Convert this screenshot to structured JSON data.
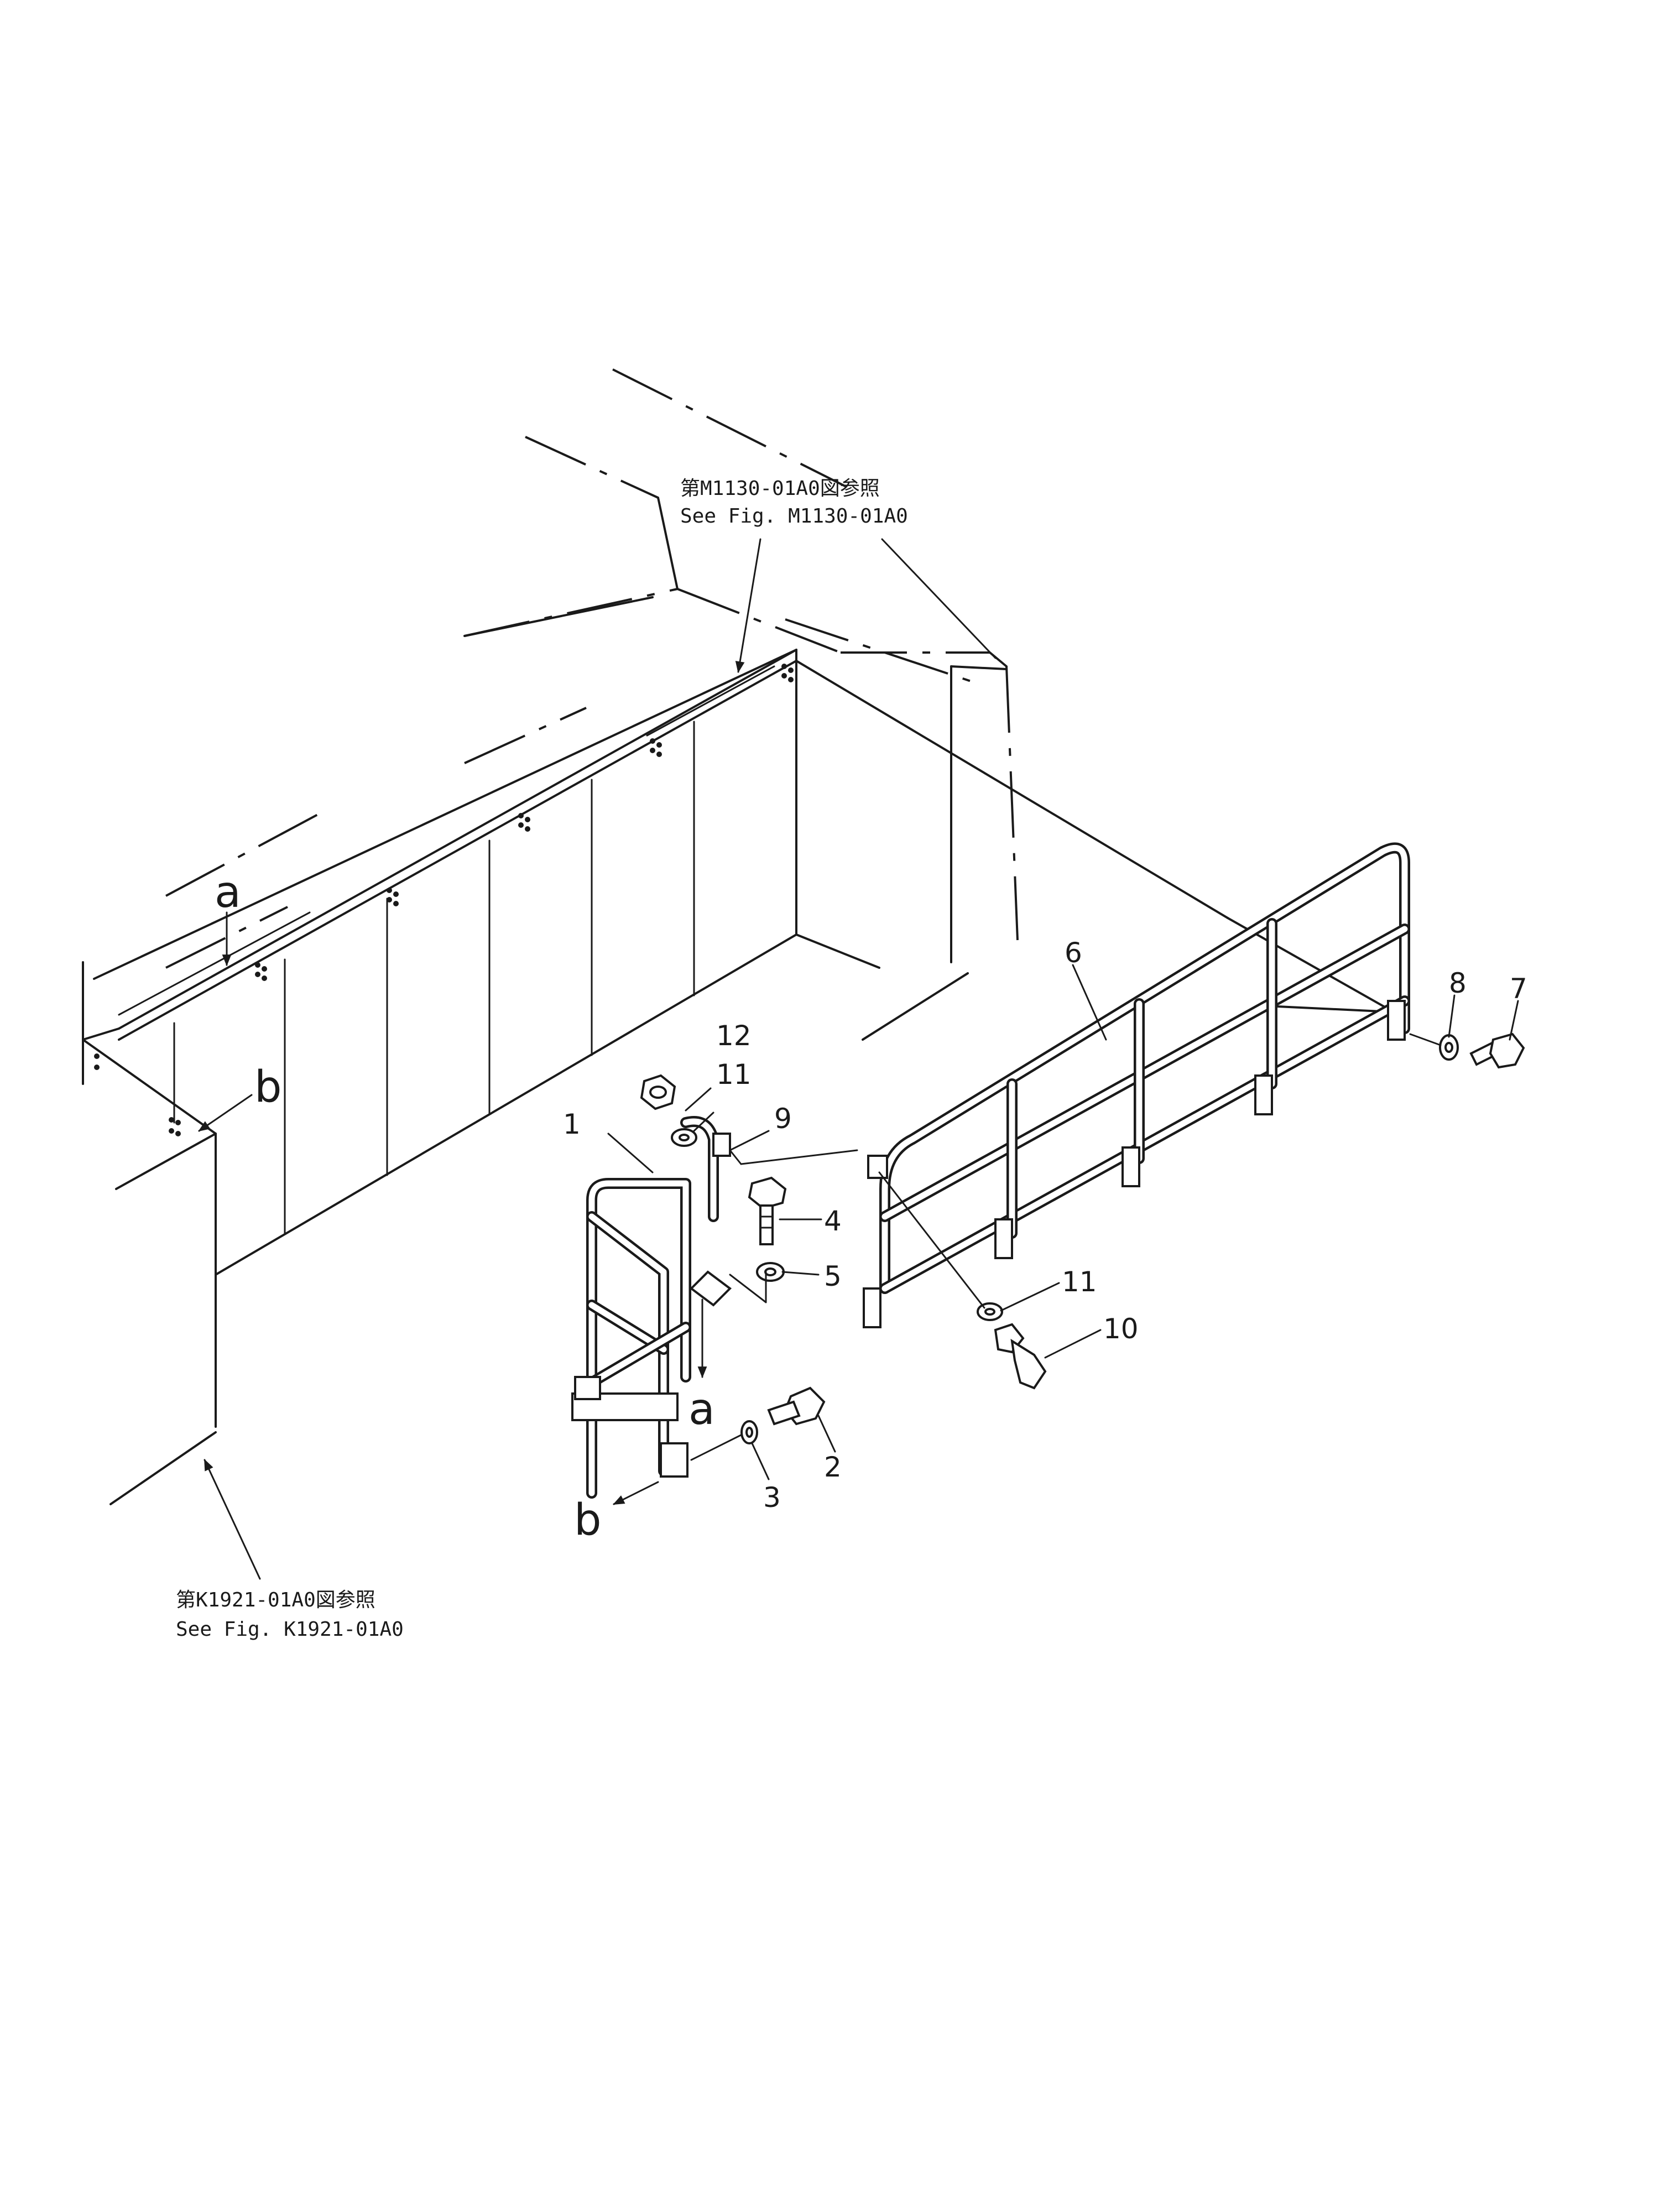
{
  "references": {
    "top_jp": "第M1130-01A0図参照",
    "top_en": "See  Fig. M1130-01A0",
    "bottom_jp": "第K1921-01A0図参照",
    "bottom_en": "See  Fig. K1921-01A0"
  },
  "view_letters": {
    "a_top": "a",
    "b_top": "b",
    "a_bottom": "a",
    "b_bottom": "b"
  },
  "callouts": {
    "p1": "1",
    "p2": "2",
    "p3": "3",
    "p4": "4",
    "p5": "5",
    "p6": "6",
    "p7": "7",
    "p8": "8",
    "p9": "9",
    "p10": "10",
    "p11a": "11",
    "p11b": "11",
    "p12": "12"
  }
}
